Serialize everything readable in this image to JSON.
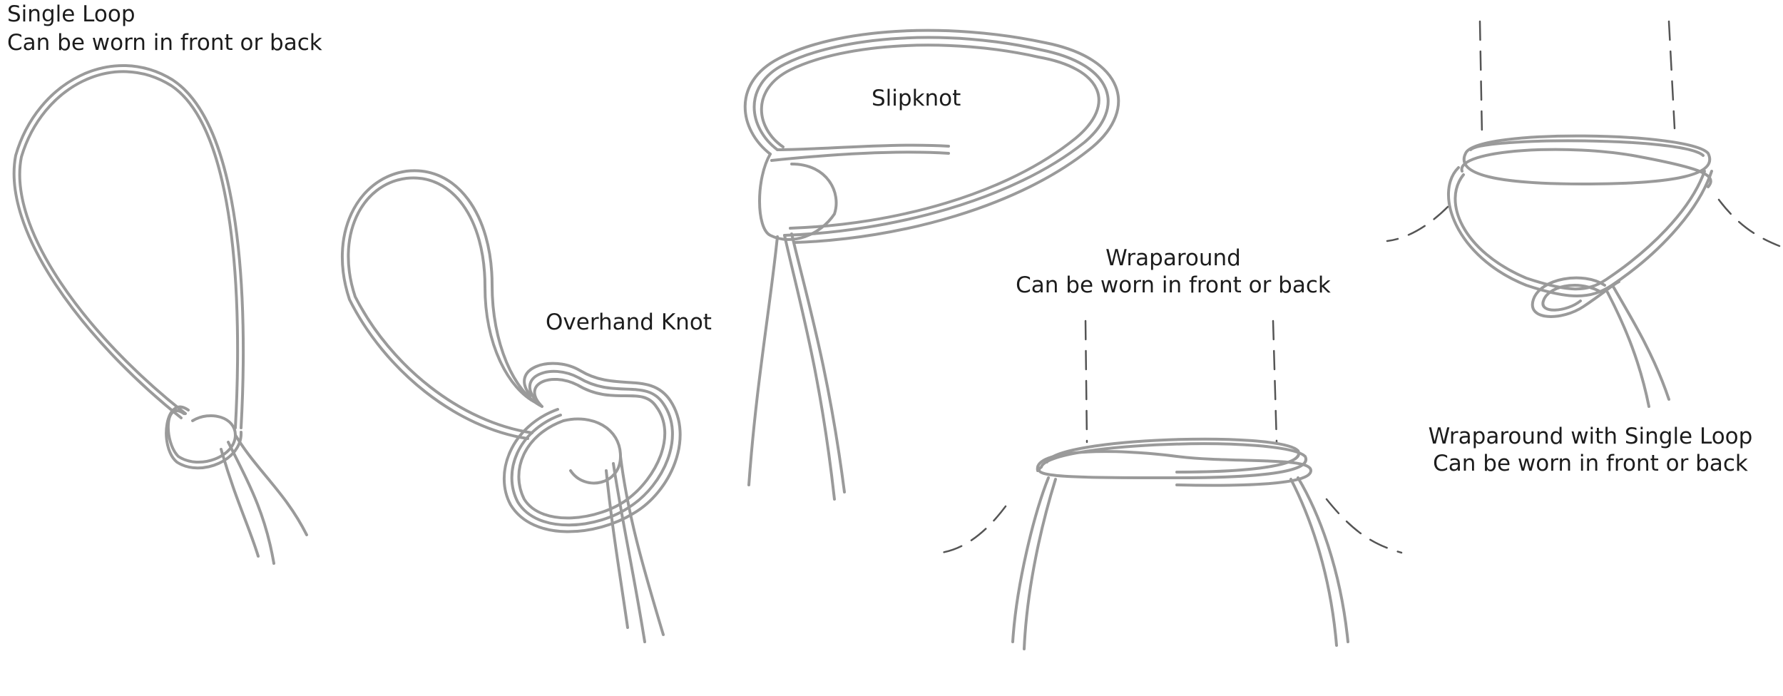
{
  "illustrations": [
    {
      "id": "single-loop",
      "title": "Single Loop",
      "subtitle": "Can be worn in front or back"
    },
    {
      "id": "overhand-knot",
      "title": "Overhand Knot",
      "subtitle": ""
    },
    {
      "id": "slipknot",
      "title": "Slipknot",
      "subtitle": ""
    },
    {
      "id": "wraparound",
      "title": "Wraparound",
      "subtitle": "Can be worn in front or back"
    },
    {
      "id": "wraparound-single-loop",
      "title": "Wraparound with Single Loop",
      "subtitle": "Can be worn in front or back"
    }
  ],
  "style": {
    "background": "#ffffff",
    "line_color": "#9a9a9a",
    "text_color": "#1c1c1c",
    "neck_outline": "#555555"
  }
}
